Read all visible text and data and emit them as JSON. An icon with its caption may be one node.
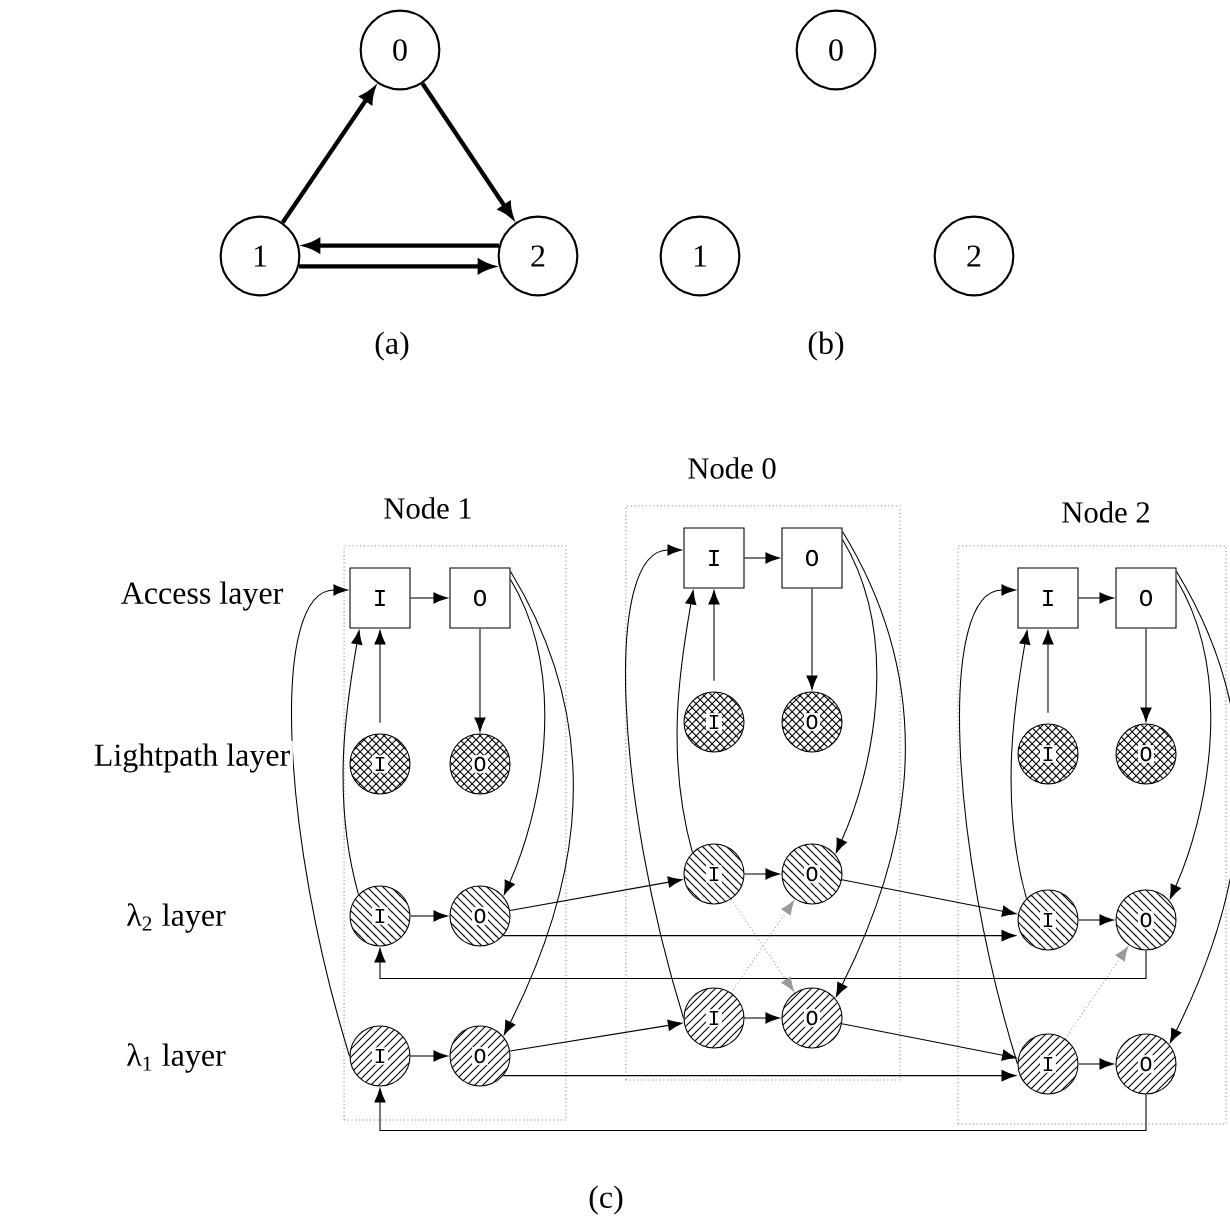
{
  "diagram": {
    "nodes": [
      {
        "text": [
          "0"
        ]
      },
      {
        "text": [
          "1"
        ]
      },
      {
        "text": [
          "2"
        ]
      },
      {
        "text": [
          "0"
        ]
      },
      {
        "text": [
          "1"
        ]
      },
      {
        "text": [
          "2"
        ]
      },
      {
        "text": [
          "Node 1"
        ]
      },
      {
        "text": [
          "I"
        ],
        "in": 6
      },
      {
        "text": [
          "O"
        ],
        "in": 6
      },
      {
        "text": [
          "I"
        ],
        "in": 6
      },
      {
        "text": [
          "O"
        ],
        "in": 6
      },
      {
        "text": [
          "I"
        ],
        "in": 6
      },
      {
        "text": [
          "O"
        ],
        "in": 6
      },
      {
        "text": [
          "I"
        ],
        "in": 6
      },
      {
        "text": [
          "O"
        ],
        "in": 6
      },
      {
        "text": [
          "Node 0"
        ]
      },
      {
        "text": [
          "I"
        ],
        "in": 15
      },
      {
        "text": [
          "O"
        ],
        "in": 15
      },
      {
        "text": [
          "I"
        ],
        "in": 15
      },
      {
        "text": [
          "O"
        ],
        "in": 15
      },
      {
        "text": [
          "I"
        ],
        "in": 15
      },
      {
        "text": [
          "O"
        ],
        "in": 15
      },
      {
        "text": [
          "I"
        ],
        "in": 15
      },
      {
        "text": [
          "O"
        ],
        "in": 15
      },
      {
        "text": [
          "Node 2"
        ]
      },
      {
        "text": [
          "I"
        ],
        "in": 24
      },
      {
        "text": [
          "O"
        ],
        "in": 24
      },
      {
        "text": [
          "I"
        ],
        "in": 24
      },
      {
        "text": [
          "O"
        ],
        "in": 24
      },
      {
        "text": [
          "I"
        ],
        "in": 24
      },
      {
        "text": [
          "O"
        ],
        "in": 24
      },
      {
        "text": [
          "I"
        ],
        "in": 24
      },
      {
        "text": [
          "O"
        ],
        "in": 24
      }
    ],
    "edges": [
      {
        "from": 1,
        "to": 0,
        "arrow": "to",
        "style": "thick"
      },
      {
        "from": 0,
        "to": 2,
        "arrow": "to",
        "style": "thick"
      },
      {
        "from": 2,
        "to": 1,
        "arrow": "to",
        "style": "thick"
      },
      {
        "from": 1,
        "to": 2,
        "arrow": "to",
        "style": "thick"
      },
      {
        "from": 7,
        "to": 8,
        "arrow": "to"
      },
      {
        "from": 9,
        "to": 7,
        "arrow": "to"
      },
      {
        "from": 8,
        "to": 10,
        "arrow": "to"
      },
      {
        "from": 11,
        "to": 12,
        "arrow": "to"
      },
      {
        "from": 13,
        "to": 14,
        "arrow": "to"
      },
      {
        "from": 11,
        "to": 7,
        "arrow": "to"
      },
      {
        "from": 13,
        "to": 7,
        "arrow": "to"
      },
      {
        "from": 8,
        "to": 12,
        "arrow": "to"
      },
      {
        "from": 8,
        "to": 14,
        "arrow": "to"
      },
      {
        "from": 16,
        "to": 17,
        "arrow": "to"
      },
      {
        "from": 18,
        "to": 16,
        "arrow": "to"
      },
      {
        "from": 17,
        "to": 19,
        "arrow": "to"
      },
      {
        "from": 20,
        "to": 21,
        "arrow": "to"
      },
      {
        "from": 22,
        "to": 23,
        "arrow": "to"
      },
      {
        "from": 20,
        "to": 16,
        "arrow": "to"
      },
      {
        "from": 22,
        "to": 16,
        "arrow": "to"
      },
      {
        "from": 17,
        "to": 21,
        "arrow": "to"
      },
      {
        "from": 17,
        "to": 23,
        "arrow": "to"
      },
      {
        "from": 25,
        "to": 26,
        "arrow": "to"
      },
      {
        "from": 27,
        "to": 25,
        "arrow": "to"
      },
      {
        "from": 26,
        "to": 28,
        "arrow": "to"
      },
      {
        "from": 29,
        "to": 30,
        "arrow": "to"
      },
      {
        "from": 31,
        "to": 32,
        "arrow": "to"
      },
      {
        "from": 29,
        "to": 25,
        "arrow": "to"
      },
      {
        "from": 31,
        "to": 25,
        "arrow": "to"
      },
      {
        "from": 26,
        "to": 30,
        "arrow": "to"
      },
      {
        "from": 26,
        "to": 32,
        "arrow": "to"
      },
      {
        "from": 12,
        "to": 20,
        "arrow": "to"
      },
      {
        "from": 12,
        "to": 29,
        "arrow": "to"
      },
      {
        "from": 21,
        "to": 29,
        "arrow": "to"
      },
      {
        "from": 30,
        "to": 11,
        "arrow": "to"
      },
      {
        "from": 14,
        "to": 22,
        "arrow": "to"
      },
      {
        "from": 14,
        "to": 31,
        "arrow": "to"
      },
      {
        "from": 23,
        "to": 31,
        "arrow": "to"
      },
      {
        "from": 32,
        "to": 13,
        "arrow": "to"
      },
      {
        "from": 20,
        "to": 23,
        "arrow": "to",
        "style": "dashed",
        "color": "#999999"
      },
      {
        "from": 22,
        "to": 21,
        "arrow": "to",
        "style": "dashed",
        "color": "#999999"
      },
      {
        "from": 31,
        "to": 30,
        "arrow": "to",
        "style": "dashed",
        "color": "#999999"
      }
    ],
    "labels": [
      "(a)",
      "(b)",
      "Access layer",
      "Lightpath layer",
      "λ$_{2}$ layer",
      "λ$_{1}$ layer",
      "(c)"
    ]
  }
}
